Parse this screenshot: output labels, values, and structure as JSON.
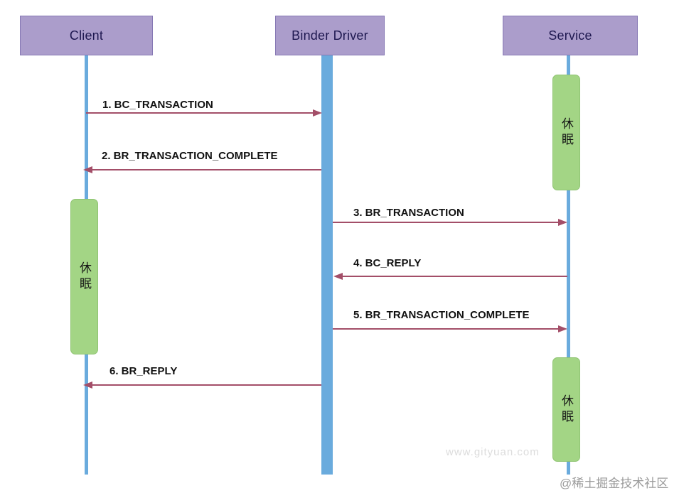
{
  "diagram": {
    "type": "sequence",
    "actors": [
      {
        "id": "client",
        "label": "Client"
      },
      {
        "id": "binder-driver",
        "label": "Binder Driver"
      },
      {
        "id": "service",
        "label": "Service"
      }
    ],
    "messages": [
      {
        "label": "1. BC_TRANSACTION",
        "from": "Client",
        "to": "Binder Driver",
        "direction": "right"
      },
      {
        "label": "2. BR_TRANSACTION_COMPLETE",
        "from": "Binder Driver",
        "to": "Client",
        "direction": "left"
      },
      {
        "label": "3. BR_TRANSACTION",
        "from": "Binder Driver",
        "to": "Service",
        "direction": "right"
      },
      {
        "label": "4. BC_REPLY",
        "from": "Service",
        "to": "Binder Driver",
        "direction": "left"
      },
      {
        "label": "5. BR_TRANSACTION_COMPLETE",
        "from": "Binder Driver",
        "to": "Service",
        "direction": "right"
      },
      {
        "label": "6. BR_REPLY",
        "from": "Binder Driver",
        "to": "Client",
        "direction": "left"
      }
    ],
    "activations": [
      {
        "actor": "Service",
        "label": "休眠"
      },
      {
        "actor": "Client",
        "label": "休眠"
      },
      {
        "actor": "Service",
        "label": "休眠"
      }
    ]
  },
  "watermarks": {
    "site": "www.gityuan.com",
    "community": "@稀土掘金技术社区"
  },
  "colors": {
    "actor_fill": "#ab9dcb",
    "actor_border": "#8678b4",
    "actor_text": "#1e1850",
    "lifeline": "#6aabdd",
    "activation_fill": "#a3d585",
    "activation_border": "#90c473",
    "arrow": "#a34e68",
    "message_text": "#111111"
  }
}
